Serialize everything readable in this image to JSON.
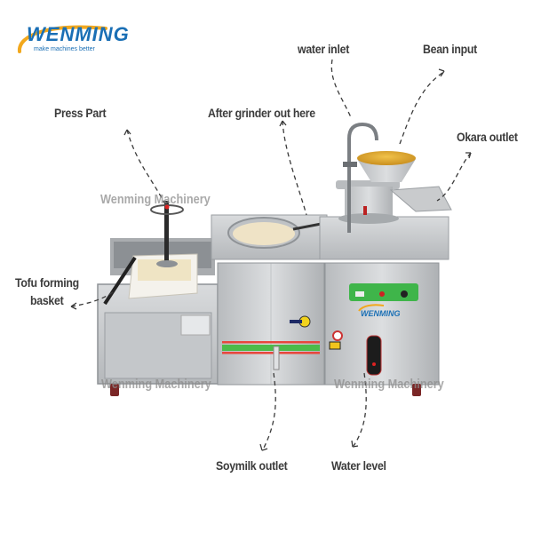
{
  "logo": {
    "brand": "WENMING",
    "tagline": "make machines better",
    "colors": {
      "brand_blue": "#1a6fb5",
      "swoosh_orange": "#f2a81d"
    }
  },
  "labels": {
    "water_inlet": "water inlet",
    "bean_input": "Bean input",
    "press_part": "Press Part",
    "after_grinder": "After grinder out here",
    "okara_outlet": "Okara outlet",
    "tofu_forming_line1": "Tofu forming",
    "tofu_forming_line2": "basket",
    "soymilk_outlet": "Soymilk outlet",
    "water_level": "Water level"
  },
  "watermarks": {
    "top": "Wenming Machinery",
    "bottom_left": "Wenming Machinery",
    "bottom_right": "Wenming Machinery"
  },
  "machine": {
    "panel_logo": "WENMING",
    "colors": {
      "steel": "#c9cbcd",
      "steel_dark": "#9ea2a6",
      "control_panel_green": "#3fb54a",
      "stripe_red": "#e8463c",
      "stripe_green": "#4cbb4a",
      "beans_yellow": "#e8b43a",
      "wheel_red": "#8a2a2a"
    }
  }
}
